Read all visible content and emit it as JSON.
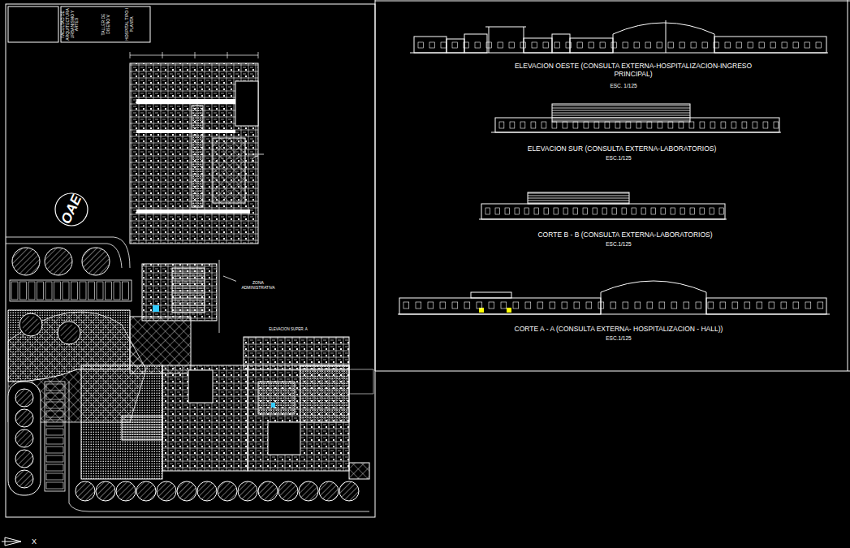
{
  "diagram": {
    "labels": [
      "FACULTAD DE ARQUITECTURA URBANISMO Y ARTES",
      "TALLER DE DISEÑO V",
      "HOSPITAL TIPO I PLANTA",
      "OAE",
      "ZONA ADMINISTRATIVA",
      "ELEVACION SUPER. A",
      "ELEVACION OESTE (CONSULTA EXTERNA-HOSPITALIZACION-INGRESO PRINCIPAL)",
      "ESC. 1/125",
      "ELEVACION SUR (CONSULTA EXTERNA-LABORATORIOS)",
      "ESC.1/125",
      "CORTE B - B (CONSULTA EXTERNA-LABORATORIOS)",
      "ESC.1/125",
      "CORTE A - A (CONSULTA EXTERNA- HOSPITALIZACION - HALL))",
      "ESC.1/125",
      "X"
    ]
  }
}
